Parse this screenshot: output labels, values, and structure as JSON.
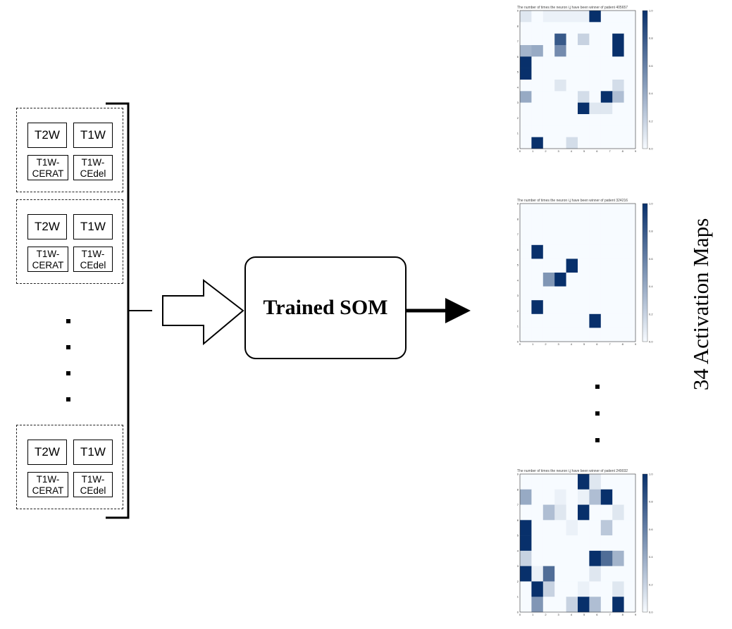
{
  "input_groups": [
    {
      "t2w": "T2W",
      "t1w": "T1W",
      "cerat": "T1W-CERAT",
      "cedel": "T1W-CEdel"
    },
    {
      "t2w": "T2W",
      "t1w": "T1W",
      "cerat": "T1W-CERAT",
      "cedel": "T1W-CEdel"
    },
    {
      "t2w": "T2W",
      "t1w": "T1W",
      "cerat": "T1W-CERAT",
      "cedel": "T1W-CEdel"
    }
  ],
  "som_label": "Trained SOM",
  "maps": [
    {
      "title": "The number of times the neuron i,j have been winner of patient 405657",
      "x_ticks": [
        "0",
        "1",
        "2",
        "3",
        "4",
        "5",
        "6",
        "7",
        "8",
        "9"
      ],
      "y_ticks": [
        "0",
        "1",
        "2",
        "3",
        "4",
        "5",
        "6",
        "7",
        "8",
        "9"
      ],
      "colorbar_ticks": [
        "0.0",
        "0.2",
        "0.4",
        "0.6",
        "0.8",
        "1.0"
      ],
      "grid": [
        [
          0.1,
          0.0,
          0.05,
          0.05,
          0.05,
          0.05,
          1.0,
          0.0,
          0.0,
          0.0
        ],
        [
          0.0,
          0.0,
          0.0,
          0.0,
          0.0,
          0.0,
          0.0,
          0.0,
          0.0,
          0.0
        ],
        [
          0.0,
          0.0,
          0.0,
          0.8,
          0.0,
          0.2,
          0.0,
          0.0,
          1.0,
          0.0
        ],
        [
          0.35,
          0.4,
          0.0,
          0.55,
          0.0,
          0.0,
          0.0,
          0.0,
          1.0,
          0.0
        ],
        [
          1.0,
          0.0,
          0.0,
          0.0,
          0.0,
          0.0,
          0.0,
          0.0,
          0.0,
          0.0
        ],
        [
          1.0,
          0.0,
          0.0,
          0.0,
          0.0,
          0.0,
          0.0,
          0.0,
          0.0,
          0.0
        ],
        [
          0.0,
          0.0,
          0.0,
          0.1,
          0.0,
          0.0,
          0.0,
          0.0,
          0.15,
          0.0
        ],
        [
          0.4,
          0.0,
          0.0,
          0.0,
          0.0,
          0.15,
          0.0,
          1.0,
          0.3,
          0.0
        ],
        [
          0.0,
          0.0,
          0.0,
          0.0,
          0.0,
          1.0,
          0.1,
          0.1,
          0.0,
          0.0
        ],
        [
          0.0,
          0.0,
          0.0,
          0.0,
          0.0,
          0.0,
          0.0,
          0.0,
          0.0,
          0.0
        ],
        [
          0.0,
          0.0,
          0.0,
          0.0,
          0.0,
          0.0,
          0.0,
          0.0,
          0.0,
          0.0
        ],
        [
          0.0,
          1.0,
          0.0,
          0.0,
          0.15,
          0.0,
          0.0,
          0.0,
          0.0,
          0.0
        ]
      ]
    },
    {
      "title": "The number of times the neuron i,j have been winner of patient 324216",
      "x_ticks": [
        "0",
        "1",
        "2",
        "3",
        "4",
        "5",
        "6",
        "7",
        "8",
        "9"
      ],
      "y_ticks": [
        "0",
        "1",
        "2",
        "3",
        "4",
        "5",
        "6",
        "7",
        "8",
        "9"
      ],
      "colorbar_ticks": [
        "0.0",
        "0.2",
        "0.4",
        "0.6",
        "0.8",
        "1.0"
      ],
      "grid": [
        [
          0.0,
          0.0,
          0.0,
          0.0,
          0.0,
          0.0,
          0.0,
          0.0,
          0.0,
          0.0
        ],
        [
          0.0,
          0.0,
          0.0,
          0.0,
          0.0,
          0.0,
          0.0,
          0.0,
          0.0,
          0.0
        ],
        [
          0.0,
          0.0,
          0.0,
          0.0,
          0.0,
          0.0,
          0.0,
          0.0,
          0.0,
          0.0
        ],
        [
          0.0,
          1.0,
          0.0,
          0.0,
          0.0,
          0.0,
          0.0,
          0.0,
          0.0,
          0.0
        ],
        [
          0.0,
          0.0,
          0.0,
          0.0,
          1.0,
          0.0,
          0.0,
          0.0,
          0.0,
          0.0
        ],
        [
          0.0,
          0.0,
          0.5,
          1.0,
          0.0,
          0.0,
          0.0,
          0.0,
          0.0,
          0.0
        ],
        [
          0.0,
          0.0,
          0.0,
          0.0,
          0.0,
          0.0,
          0.0,
          0.0,
          0.0,
          0.0
        ],
        [
          0.0,
          1.0,
          0.0,
          0.0,
          0.0,
          0.0,
          0.0,
          0.0,
          0.0,
          0.0
        ],
        [
          0.0,
          0.0,
          0.0,
          0.0,
          0.0,
          0.0,
          1.0,
          0.0,
          0.0,
          0.0
        ],
        [
          0.0,
          0.0,
          0.0,
          0.0,
          0.0,
          0.0,
          0.0,
          0.0,
          0.0,
          0.0
        ]
      ]
    },
    {
      "title": "The number of times the neuron i,j have been winner of patient 249032",
      "x_ticks": [
        "0",
        "1",
        "2",
        "3",
        "4",
        "5",
        "6",
        "7",
        "8",
        "9"
      ],
      "y_ticks": [
        "0",
        "1",
        "2",
        "3",
        "4",
        "5",
        "6",
        "7",
        "8",
        "9"
      ],
      "colorbar_ticks": [
        "0.0",
        "0.2",
        "0.4",
        "0.6",
        "0.8",
        "1.0"
      ],
      "grid": [
        [
          0.0,
          0.0,
          0.0,
          0.0,
          0.0,
          1.0,
          0.1,
          0.0,
          0.0,
          0.0
        ],
        [
          0.4,
          0.0,
          0.0,
          0.05,
          0.0,
          0.05,
          0.3,
          1.0,
          0.0,
          0.0
        ],
        [
          0.0,
          0.0,
          0.3,
          0.1,
          0.0,
          1.0,
          0.0,
          0.0,
          0.1,
          0.0
        ],
        [
          1.0,
          0.0,
          0.0,
          0.0,
          0.05,
          0.0,
          0.0,
          0.25,
          0.0,
          0.0
        ],
        [
          1.0,
          0.0,
          0.0,
          0.0,
          0.0,
          0.0,
          0.0,
          0.0,
          0.0,
          0.0
        ],
        [
          0.2,
          0.0,
          0.0,
          0.0,
          0.0,
          0.0,
          1.0,
          0.7,
          0.35,
          0.0
        ],
        [
          1.0,
          0.05,
          0.7,
          0.0,
          0.0,
          0.0,
          0.1,
          0.0,
          0.0,
          0.0
        ],
        [
          0.0,
          1.0,
          0.2,
          0.0,
          0.0,
          0.05,
          0.0,
          0.0,
          0.1,
          0.0
        ],
        [
          0.0,
          0.5,
          0.0,
          0.0,
          0.2,
          1.0,
          0.3,
          0.0,
          1.0,
          0.0
        ]
      ]
    }
  ],
  "side_label": "34 Activation Maps",
  "colors": {
    "cmap_low": "#f7fbff",
    "cmap_high": "#08306b",
    "line": "#000000"
  }
}
